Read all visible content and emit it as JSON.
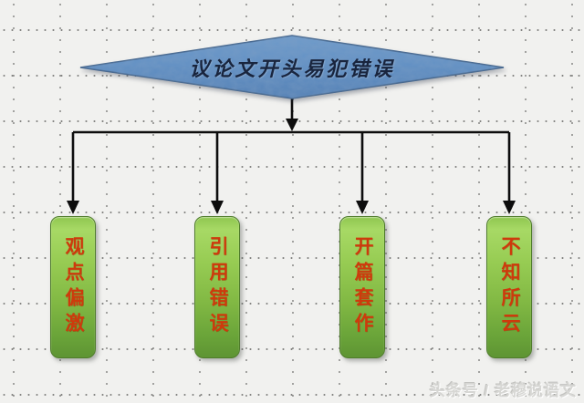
{
  "diagram": {
    "root": {
      "label": "议论文开头易犯错误",
      "shape": "diamond"
    },
    "nodes": [
      {
        "label": "观点偏激"
      },
      {
        "label": "引用错误"
      },
      {
        "label": "开篇套作"
      },
      {
        "label": "不知所云"
      }
    ]
  },
  "watermark": {
    "text": "头条号 / 老穆说语文"
  },
  "colors": {
    "background": "#f1f1ef",
    "grid_dot": "#60605e",
    "diamond_fill": "#6190c4",
    "diamond_border": "#47688f",
    "diamond_text": "#19253e",
    "node_fill_top": "#a7d965",
    "node_fill_bottom": "#5e9433",
    "node_border": "#4f7c2b",
    "node_text": "#ce3a0c",
    "arrow": "#0d0d0d",
    "watermark_text": "#d7d7d4"
  }
}
